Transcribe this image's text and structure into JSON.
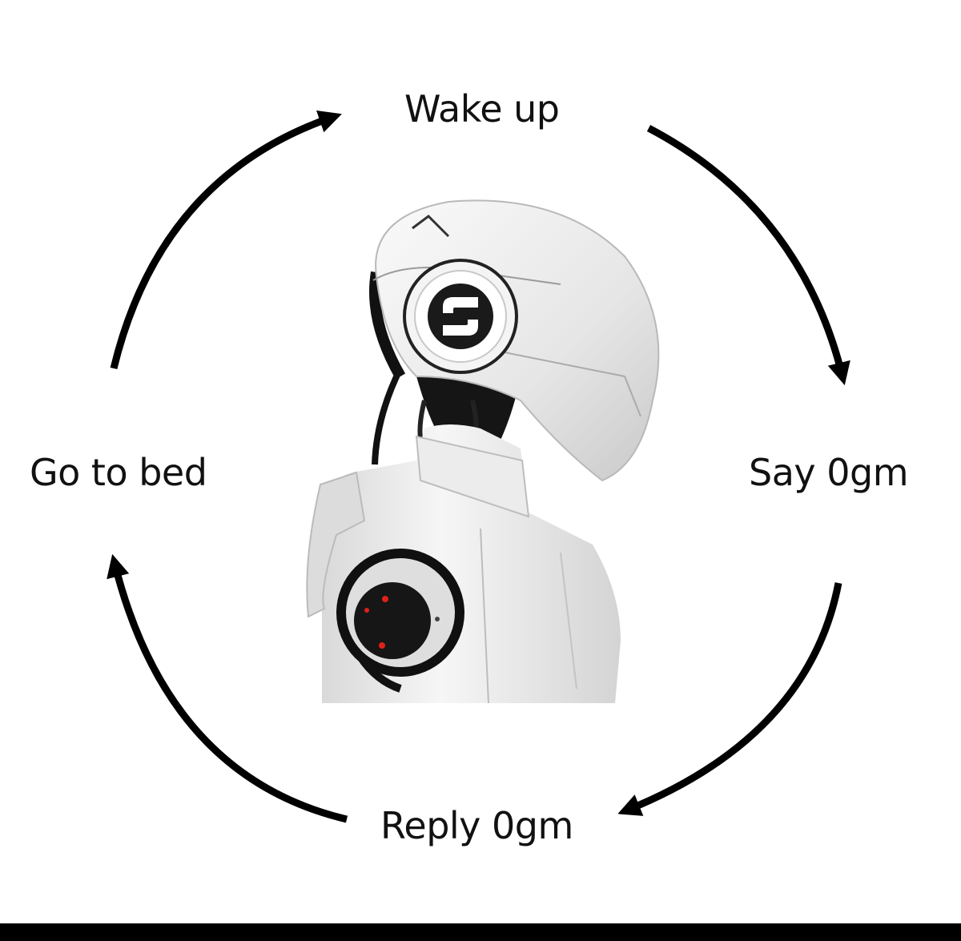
{
  "cycle": {
    "steps": [
      {
        "label": "Wake up"
      },
      {
        "label": "Say 0gm"
      },
      {
        "label": "Reply 0gm"
      },
      {
        "label": "Go to bed"
      }
    ],
    "arrow_color": "#000000"
  },
  "illustration": {
    "subject": "robot-profile",
    "helmet_emblem": "S",
    "body_color": "#e9e9e9",
    "joint_color": "#111111",
    "light_color": "#e0201a"
  }
}
